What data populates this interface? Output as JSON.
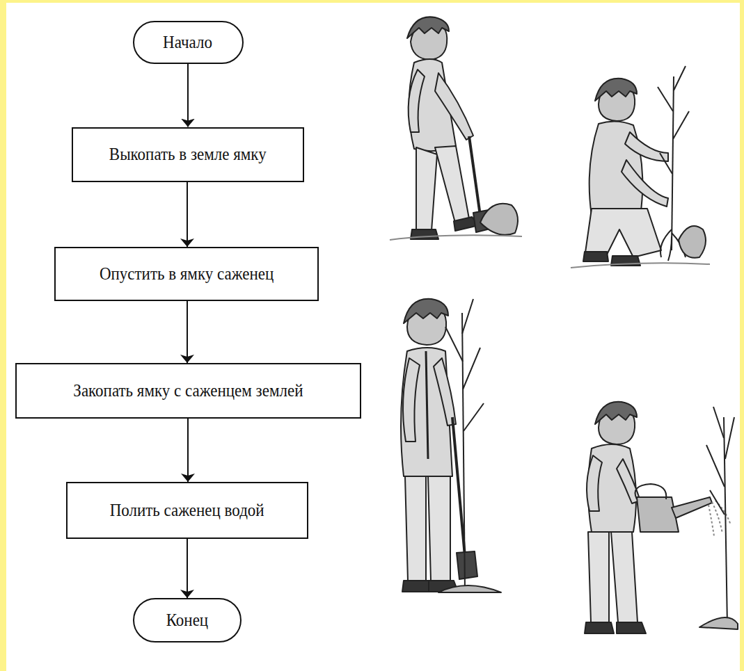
{
  "diagram": {
    "nodes": [
      {
        "text": [
          "Начало"
        ]
      },
      {
        "text": [
          "Выкопать в земле ямку"
        ]
      },
      {
        "text": [
          "Опустить в ямку саженец"
        ]
      },
      {
        "text": [
          "Закопать ямку с саженцем землей"
        ]
      },
      {
        "text": [
          "Полить саженец водой"
        ]
      },
      {
        "text": [
          "Конец"
        ]
      }
    ],
    "edges": [
      {
        "from": 0,
        "to": 1,
        "arrow": "to"
      },
      {
        "from": 1,
        "to": 2,
        "arrow": "to"
      },
      {
        "from": 2,
        "to": 3,
        "arrow": "to"
      },
      {
        "from": 3,
        "to": 4,
        "arrow": "to"
      },
      {
        "from": 4,
        "to": 5,
        "arrow": "to"
      }
    ]
  }
}
